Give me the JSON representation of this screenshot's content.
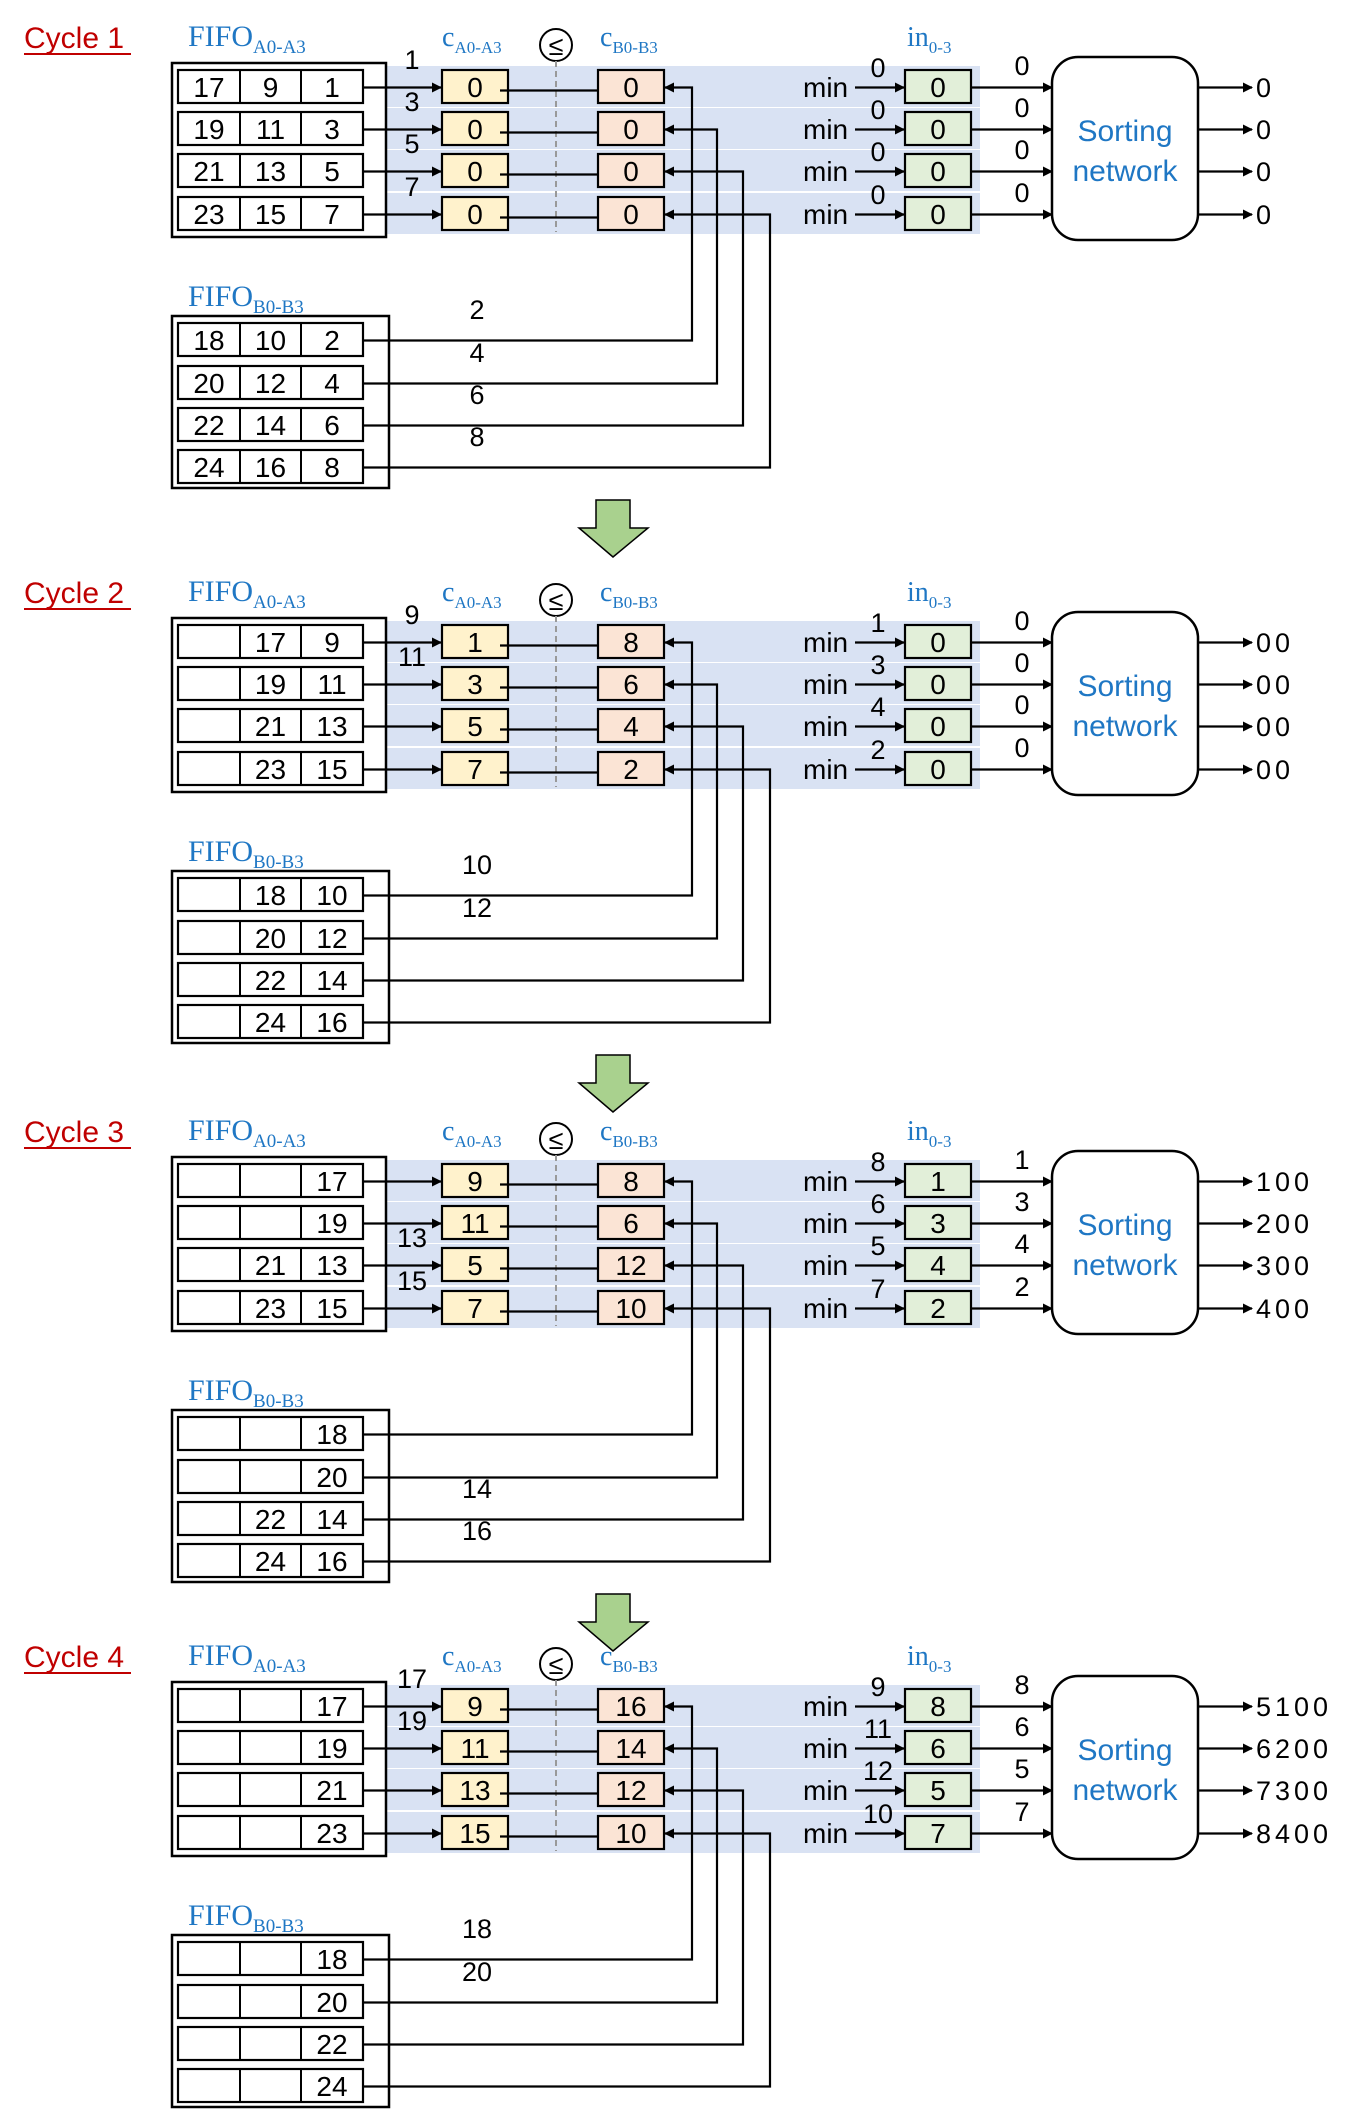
{
  "colors": {
    "cycle_label": "#c00000",
    "blue_label": "#1f77c4",
    "band": "#d9e2f3",
    "cA_fill": "#fff2cc",
    "cB_fill": "#fbe4d5",
    "in_fill": "#e2efd9",
    "arrow_fill": "#a9d18e"
  },
  "labels": {
    "fifo_a_main": "FIFO",
    "fifo_a_sub": "A0-A3",
    "fifo_b_main": "FIFO",
    "fifo_b_sub": "B0-B3",
    "ca_main": "c",
    "ca_sub": "A0-A3",
    "cb_main": "c",
    "cb_sub": "B0-B3",
    "in_main": "in",
    "in_sub": "0-3",
    "compare_symbol": "≤",
    "min": "min",
    "sorting_line1": "Sorting",
    "sorting_line2": "network"
  },
  "cycles": [
    {
      "title": "Cycle 1",
      "fifo_a": [
        [
          "17",
          "9",
          "1"
        ],
        [
          "19",
          "11",
          "3"
        ],
        [
          "21",
          "13",
          "5"
        ],
        [
          "23",
          "15",
          "7"
        ]
      ],
      "fifo_a_out": [
        "1",
        "3",
        "5",
        "7"
      ],
      "cA": [
        "0",
        "0",
        "0",
        "0"
      ],
      "cB": [
        "0",
        "0",
        "0",
        "0"
      ],
      "fifo_b": [
        [
          "18",
          "10",
          "2"
        ],
        [
          "20",
          "12",
          "4"
        ],
        [
          "22",
          "14",
          "6"
        ],
        [
          "24",
          "16",
          "8"
        ]
      ],
      "fifo_b_out": [
        "2",
        "4",
        "6",
        "8"
      ],
      "min_out": [
        "0",
        "0",
        "0",
        "0"
      ],
      "in": [
        "0",
        "0",
        "0",
        "0"
      ],
      "in_out": [
        "0",
        "0",
        "0",
        "0"
      ],
      "outputs": [
        "0",
        "0",
        "0",
        "0"
      ]
    },
    {
      "title": "Cycle 2",
      "fifo_a": [
        [
          "",
          "17",
          "9"
        ],
        [
          "",
          "19",
          "11"
        ],
        [
          "",
          "21",
          "13"
        ],
        [
          "",
          "23",
          "15"
        ]
      ],
      "fifo_a_out": [
        "9",
        "11",
        "",
        ""
      ],
      "cA": [
        "1",
        "3",
        "5",
        "7"
      ],
      "cB": [
        "8",
        "6",
        "4",
        "2"
      ],
      "fifo_b": [
        [
          "",
          "18",
          "10"
        ],
        [
          "",
          "20",
          "12"
        ],
        [
          "",
          "22",
          "14"
        ],
        [
          "",
          "24",
          "16"
        ]
      ],
      "fifo_b_out": [
        "10",
        "12",
        "",
        ""
      ],
      "min_out": [
        "1",
        "3",
        "4",
        "2"
      ],
      "in": [
        "0",
        "0",
        "0",
        "0"
      ],
      "in_out": [
        "0",
        "0",
        "0",
        "0"
      ],
      "outputs": [
        "00",
        "00",
        "00",
        "00"
      ]
    },
    {
      "title": "Cycle 3",
      "fifo_a": [
        [
          "",
          "",
          "17"
        ],
        [
          "",
          "",
          "19"
        ],
        [
          "",
          "21",
          "13"
        ],
        [
          "",
          "23",
          "15"
        ]
      ],
      "fifo_a_out": [
        "",
        "",
        "13",
        "15"
      ],
      "cA": [
        "9",
        "11",
        "5",
        "7"
      ],
      "cB": [
        "8",
        "6",
        "12",
        "10"
      ],
      "fifo_b": [
        [
          "",
          "",
          "18"
        ],
        [
          "",
          "",
          "20"
        ],
        [
          "",
          "22",
          "14"
        ],
        [
          "",
          "24",
          "16"
        ]
      ],
      "fifo_b_out": [
        "",
        "",
        "14",
        "16"
      ],
      "min_out": [
        "8",
        "6",
        "5",
        "7"
      ],
      "in": [
        "1",
        "3",
        "4",
        "2"
      ],
      "in_out": [
        "1",
        "3",
        "4",
        "2"
      ],
      "outputs": [
        "100",
        "200",
        "300",
        "400"
      ]
    },
    {
      "title": "Cycle 4",
      "fifo_a": [
        [
          "",
          "",
          "17"
        ],
        [
          "",
          "",
          "19"
        ],
        [
          "",
          "",
          "21"
        ],
        [
          "",
          "",
          "23"
        ]
      ],
      "fifo_a_out": [
        "17",
        "19",
        "",
        ""
      ],
      "cA": [
        "9",
        "11",
        "13",
        "15"
      ],
      "cB": [
        "16",
        "14",
        "12",
        "10"
      ],
      "fifo_b": [
        [
          "",
          "",
          "18"
        ],
        [
          "",
          "",
          "20"
        ],
        [
          "",
          "",
          "22"
        ],
        [
          "",
          "",
          "24"
        ]
      ],
      "fifo_b_out": [
        "18",
        "20",
        "",
        ""
      ],
      "min_out": [
        "9",
        "11",
        "12",
        "10"
      ],
      "in": [
        "8",
        "6",
        "5",
        "7"
      ],
      "in_out": [
        "8",
        "6",
        "5",
        "7"
      ],
      "outputs": [
        "5100",
        "6200",
        "7300",
        "8400"
      ]
    }
  ]
}
